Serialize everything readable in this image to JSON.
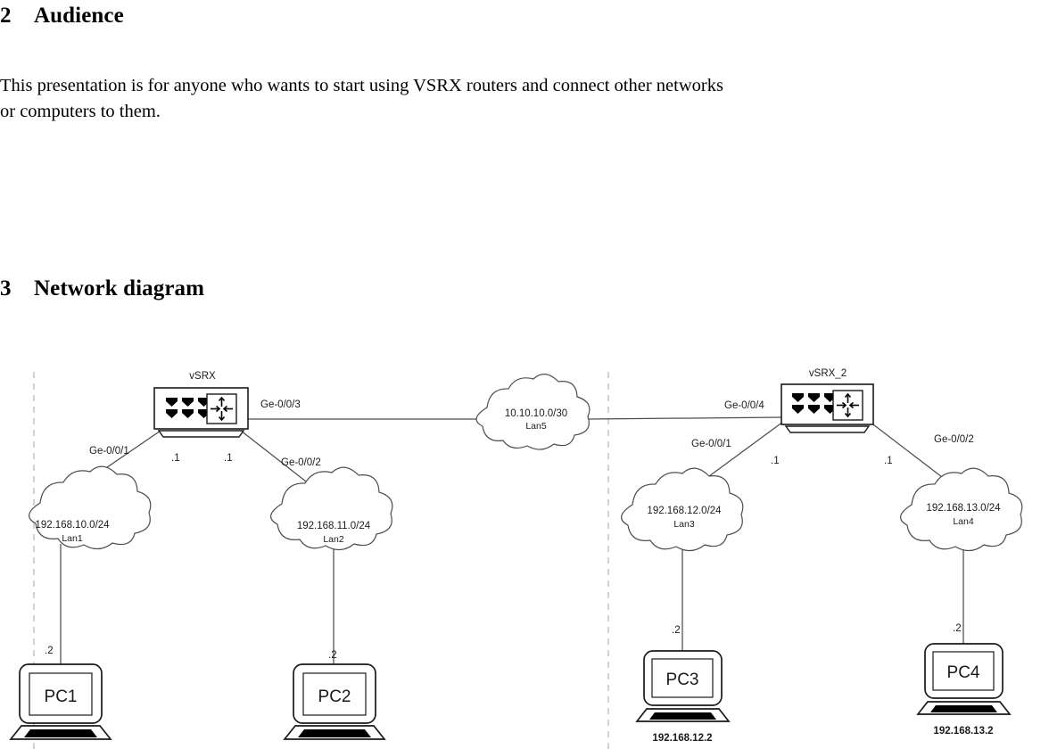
{
  "document": {
    "sections": [
      {
        "number": "2",
        "title": "Audience"
      },
      {
        "number": "3",
        "title": "Network diagram"
      }
    ],
    "paragraph_line1": "This presentation is for anyone who wants to start using VSRX routers and connect other networks",
    "paragraph_line2": "or computers to them."
  },
  "diagram": {
    "routers": [
      {
        "id": "vsrx1",
        "label": "vSRX"
      },
      {
        "id": "vsrx2",
        "label": "vSRX_2"
      }
    ],
    "clouds": [
      {
        "id": "lan1",
        "network": "192.168.10.0/24",
        "name": "Lan1"
      },
      {
        "id": "lan2",
        "network": "192.168.11.0/24",
        "name": "Lan2"
      },
      {
        "id": "lan5",
        "network": "10.10.10.0/30",
        "name": "Lan5"
      },
      {
        "id": "lan3",
        "network": "192.168.12.0/24",
        "name": "Lan3"
      },
      {
        "id": "lan4",
        "network": "192.168.13.0/24",
        "name": "Lan4"
      }
    ],
    "interfaces": [
      {
        "id": "r1-ge1",
        "label": "Ge-0/0/1"
      },
      {
        "id": "r1-ge2",
        "label": "Ge-0/0/2"
      },
      {
        "id": "r1-ge3",
        "label": "Ge-0/0/3"
      },
      {
        "id": "r2-ge4",
        "label": "Ge-0/0/4"
      },
      {
        "id": "r2-ge1",
        "label": "Ge-0/0/1"
      },
      {
        "id": "r2-ge2",
        "label": "Ge-0/0/2"
      }
    ],
    "host_octets": [
      {
        "id": "r1-ge1-ip",
        "label": ".1"
      },
      {
        "id": "r1-ge2-ip",
        "label": ".1"
      },
      {
        "id": "r2-ge1-ip",
        "label": ".1"
      },
      {
        "id": "r2-ge2-ip",
        "label": ".1"
      },
      {
        "id": "pc1-ip",
        "label": ".2"
      },
      {
        "id": "pc2-ip",
        "label": ".2"
      },
      {
        "id": "pc3-ip",
        "label": ".2"
      },
      {
        "id": "pc4-ip",
        "label": ".2"
      }
    ],
    "hosts": [
      {
        "id": "pc1",
        "label": "PC1",
        "address": ""
      },
      {
        "id": "pc2",
        "label": "PC2",
        "address": ""
      },
      {
        "id": "pc3",
        "label": "PC3",
        "address": "192.168.12.2"
      },
      {
        "id": "pc4",
        "label": "PC4",
        "address": "192.168.13.2"
      }
    ],
    "colors": {
      "line": "#4d4d4d",
      "dashed_divider": "#b3b3b3",
      "ink": "#1a1a1a"
    }
  }
}
